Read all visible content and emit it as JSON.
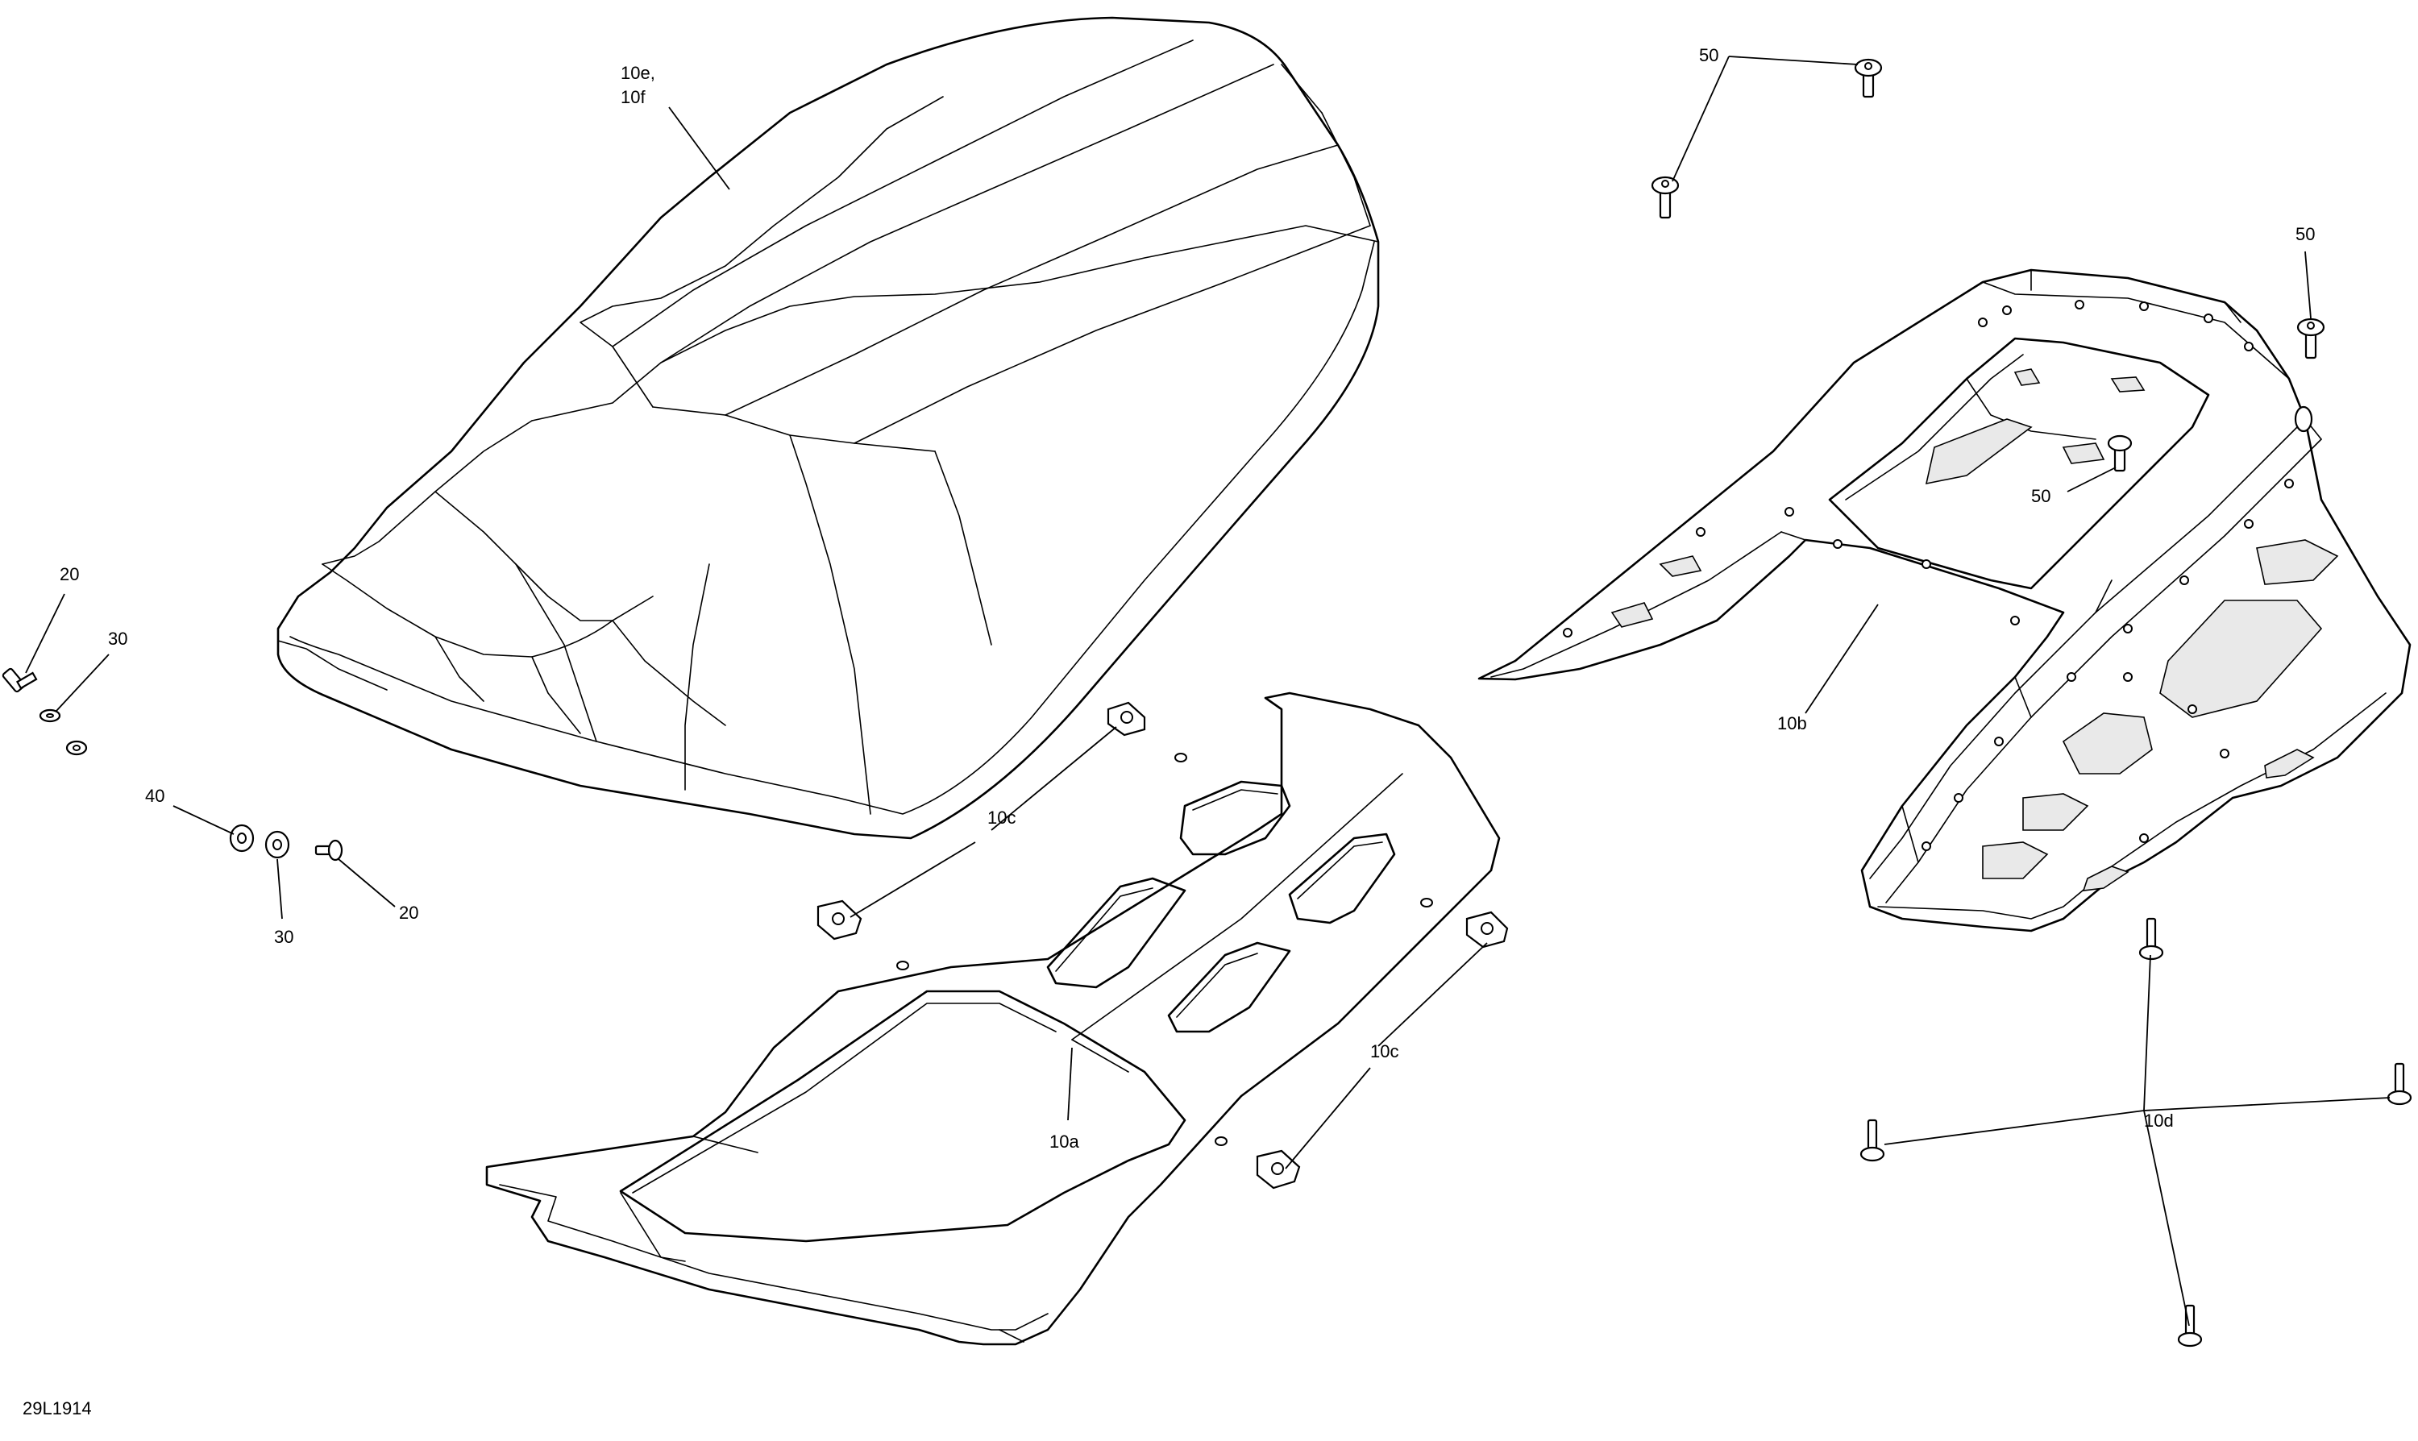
{
  "figure_code": "29L1914",
  "callouts": {
    "seat_cover_line1": "10e,",
    "seat_cover_line2": "10f",
    "screw_20_left": "20",
    "washer_30_left": "30",
    "washer_40": "40",
    "washer_30_lower": "30",
    "screw_20_right": "20",
    "clip_10c_top": "10c",
    "clip_10c_right": "10c",
    "base_10a": "10a",
    "bracket_10b": "10b",
    "bolt_50_top": "50",
    "bolt_50_right": "50",
    "bolt_50_inner": "50",
    "rivet_10d": "10d"
  }
}
